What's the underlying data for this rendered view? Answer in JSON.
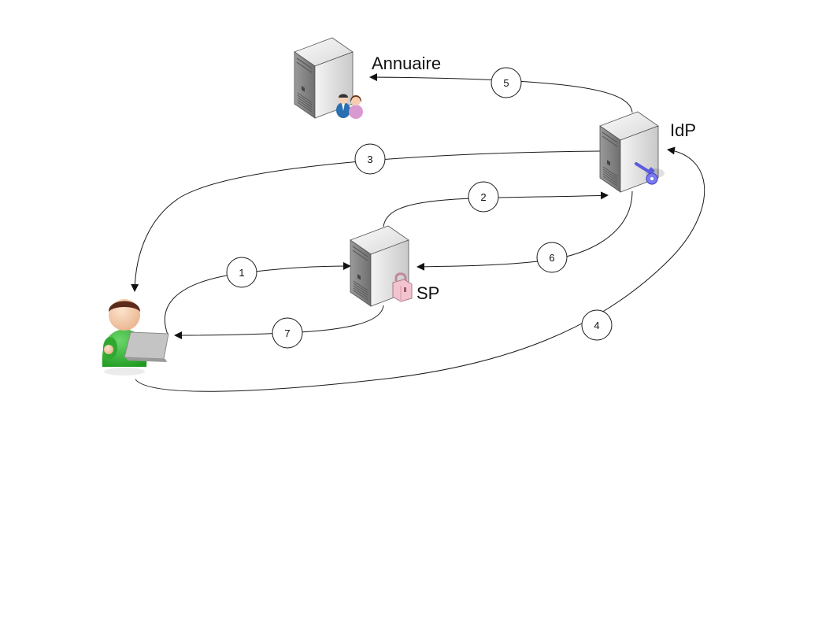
{
  "nodes": {
    "annuaire": {
      "label": "Annuaire",
      "icon": "directory-server-icon"
    },
    "idp": {
      "label": "IdP",
      "icon": "key-server-icon"
    },
    "sp": {
      "label": "SP",
      "icon": "lock-server-icon"
    },
    "user": {
      "label": "",
      "icon": "user-laptop-icon"
    }
  },
  "steps": [
    {
      "id": "1",
      "from": "user",
      "to": "sp"
    },
    {
      "id": "2",
      "from": "sp",
      "to": "idp"
    },
    {
      "id": "3",
      "from": "idp",
      "to": "user"
    },
    {
      "id": "4",
      "from": "user",
      "to": "idp"
    },
    {
      "id": "5",
      "from": "idp",
      "to": "annuaire"
    },
    {
      "id": "6",
      "from": "idp",
      "to": "sp"
    },
    {
      "id": "7",
      "from": "sp",
      "to": "user"
    }
  ],
  "colors": {
    "server_light": "#eeeeee",
    "server_dark": "#8a8a8a",
    "key": "#6a6ae8",
    "lock": "#e8a8b8",
    "user_shirt": "#3cb43c",
    "user_skin": "#f5cfb0",
    "user_hair": "#5a2a1a",
    "laptop": "#bdbdbd"
  }
}
